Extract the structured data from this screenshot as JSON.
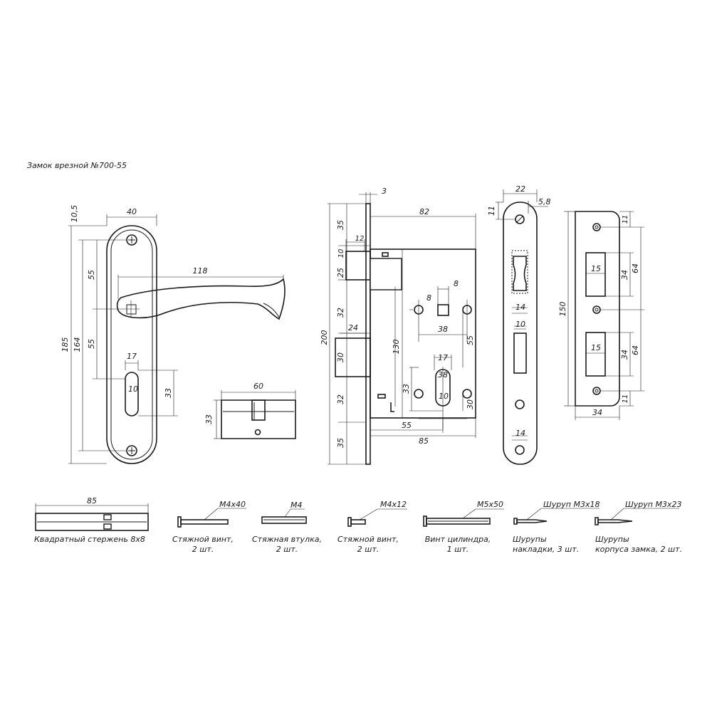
{
  "title": "Замок врезной №700-55",
  "dims": {
    "handle_w": "40",
    "handle_top": "10,5",
    "handle_h": "185",
    "handle_spacing": "164",
    "handle_55a": "55",
    "handle_55b": "55",
    "lever_len": "118",
    "cyl_w": "17",
    "cyl_hole": "10",
    "cyl_h": "33",
    "cylinder_len": "60",
    "cylinder_h": "33",
    "face_t": "3",
    "body_depth": "82",
    "latch_w": "12",
    "left_35a": "35",
    "left_10": "10",
    "left_25": "25",
    "left_32a": "32",
    "left_24": "24",
    "left_30": "30",
    "left_32b": "32",
    "left_35b": "35",
    "body_h": "200",
    "body_130": "130",
    "spindle_8": "8",
    "spindle_hole": "8",
    "spindle_38a": "38",
    "spindle_55": "55",
    "cyl2_17": "17",
    "cyl2_38": "38",
    "cyl2_33": "33",
    "cyl2_10": "10",
    "cyl2_30": "30",
    "backset": "55",
    "body_85": "85",
    "fp_22": "22",
    "fp_5_8": "5,8",
    "fp_11": "11",
    "fp_14a": "14",
    "fp_10": "10",
    "fp_14b": "14",
    "sp_150": "150",
    "sp_11a": "11",
    "sp_15a": "15",
    "sp_34a": "34",
    "sp_64a": "64",
    "sp_15b": "15",
    "sp_34b": "34",
    "sp_64b": "64",
    "sp_11b": "11",
    "sp_34w": "34",
    "rod_85": "85"
  },
  "accessories": {
    "rod_label": "Квадратный стержень 8х8",
    "screw1_size": "М4х40",
    "screw1_line1": "Стяжной винт,",
    "screw1_line2": "2 шт.",
    "sleeve_size": "М4",
    "sleeve_line1": "Стяжная втулка,",
    "sleeve_line2": "2 шт.",
    "screw2_size": "М4х12",
    "screw2_line1": "Стяжной винт,",
    "screw2_line2": "2 шт.",
    "cylscrew_size": "М5х50",
    "cylscrew_line1": "Винт цилиндра,",
    "cylscrew_line2": "1 шт.",
    "wood1_size": "Шуруп М3х18",
    "wood1_line1": "Шурупы",
    "wood1_line2": "накладки, 3 шт.",
    "wood2_size": "Шуруп М3х23",
    "wood2_line1": "Шурупы",
    "wood2_line2": "корпуса замка, 2 шт."
  }
}
